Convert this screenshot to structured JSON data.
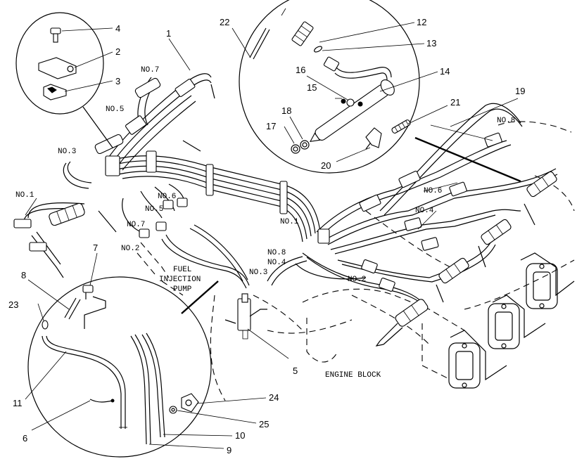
{
  "callouts": [
    "1",
    "2",
    "3",
    "4",
    "5",
    "6",
    "7",
    "8",
    "9",
    "10",
    "11",
    "12",
    "13",
    "14",
    "15",
    "16",
    "17",
    "18",
    "19",
    "20",
    "21",
    "22",
    "23",
    "24",
    "25"
  ],
  "cylinders": {
    "no1": "NO.1",
    "no2": "NO.2",
    "no3": "NO.3",
    "no4": "NO.4",
    "no5": "NO.5",
    "no6": "NO.6",
    "no7": "NO.7",
    "no8": "NO.8"
  },
  "captions": {
    "pump_l1": "FUEL",
    "pump_l2": "INJECTION",
    "pump_l3": "PUMP",
    "engine_block": "ENGINE BLOCK"
  }
}
